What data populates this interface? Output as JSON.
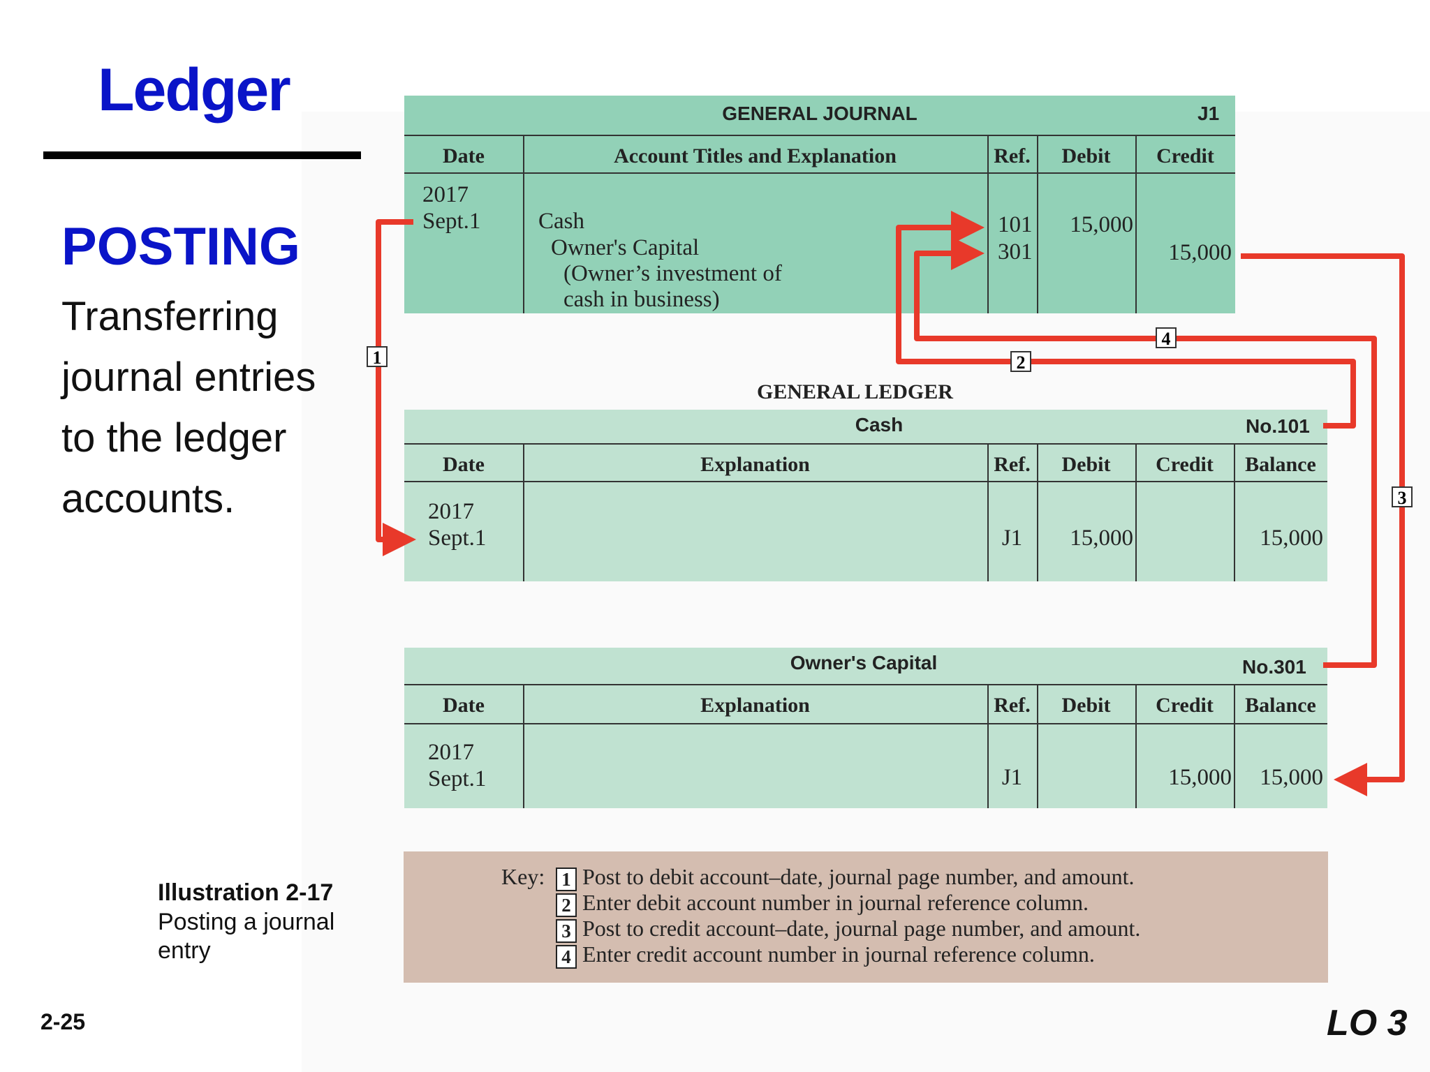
{
  "slide": {
    "title": "Ledger",
    "subtitle": "POSTING",
    "description_lines": [
      "Transferring",
      "journal entries",
      "to the ledger",
      "accounts."
    ],
    "illustration_label": "Illustration 2-17",
    "illustration_caption_lines": [
      "Posting a journal",
      "entry"
    ],
    "slide_number": "2-25",
    "learning_objective": "LO 3"
  },
  "journal": {
    "title": "GENERAL JOURNAL",
    "page": "J1",
    "headers": [
      "Date",
      "Account Titles and Explanation",
      "Ref.",
      "Debit",
      "Credit"
    ],
    "date_year": "2017",
    "date_day": "Sept.1",
    "lines": [
      "Cash",
      "Owner's Capital",
      "(Owner’s investment of",
      "cash in business)"
    ],
    "refs": [
      "101",
      "301"
    ],
    "debit": "15,000",
    "credit": "15,000"
  },
  "ledger_title": "GENERAL LEDGER",
  "ledger_cash": {
    "name": "Cash",
    "number": "No.101",
    "headers": [
      "Date",
      "Explanation",
      "Ref.",
      "Debit",
      "Credit",
      "Balance"
    ],
    "date_year": "2017",
    "date_day": "Sept.1",
    "ref": "J1",
    "debit": "15,000",
    "credit": "",
    "balance": "15,000"
  },
  "ledger_capital": {
    "name": "Owner's Capital",
    "number": "No.301",
    "headers": [
      "Date",
      "Explanation",
      "Ref.",
      "Debit",
      "Credit",
      "Balance"
    ],
    "date_year": "2017",
    "date_day": "Sept.1",
    "ref": "J1",
    "debit": "",
    "credit": "15,000",
    "balance": "15,000"
  },
  "markers": [
    "1",
    "2",
    "3",
    "4"
  ],
  "key": {
    "label": "Key:",
    "items": [
      {
        "num": "1",
        "text": "Post to debit account–date, journal page number, and amount."
      },
      {
        "num": "2",
        "text": "Enter debit account number in journal reference column."
      },
      {
        "num": "3",
        "text": "Post to credit account–date, journal page number, and amount."
      },
      {
        "num": "4",
        "text": "Enter credit account number in journal reference column."
      }
    ]
  },
  "colors": {
    "title_blue": "#0a14c8",
    "journal_green": "#92d1b7",
    "ledger_green": "#c0e2d1",
    "key_background": "#d4bdb0",
    "arrow_red": "#e8392a"
  }
}
